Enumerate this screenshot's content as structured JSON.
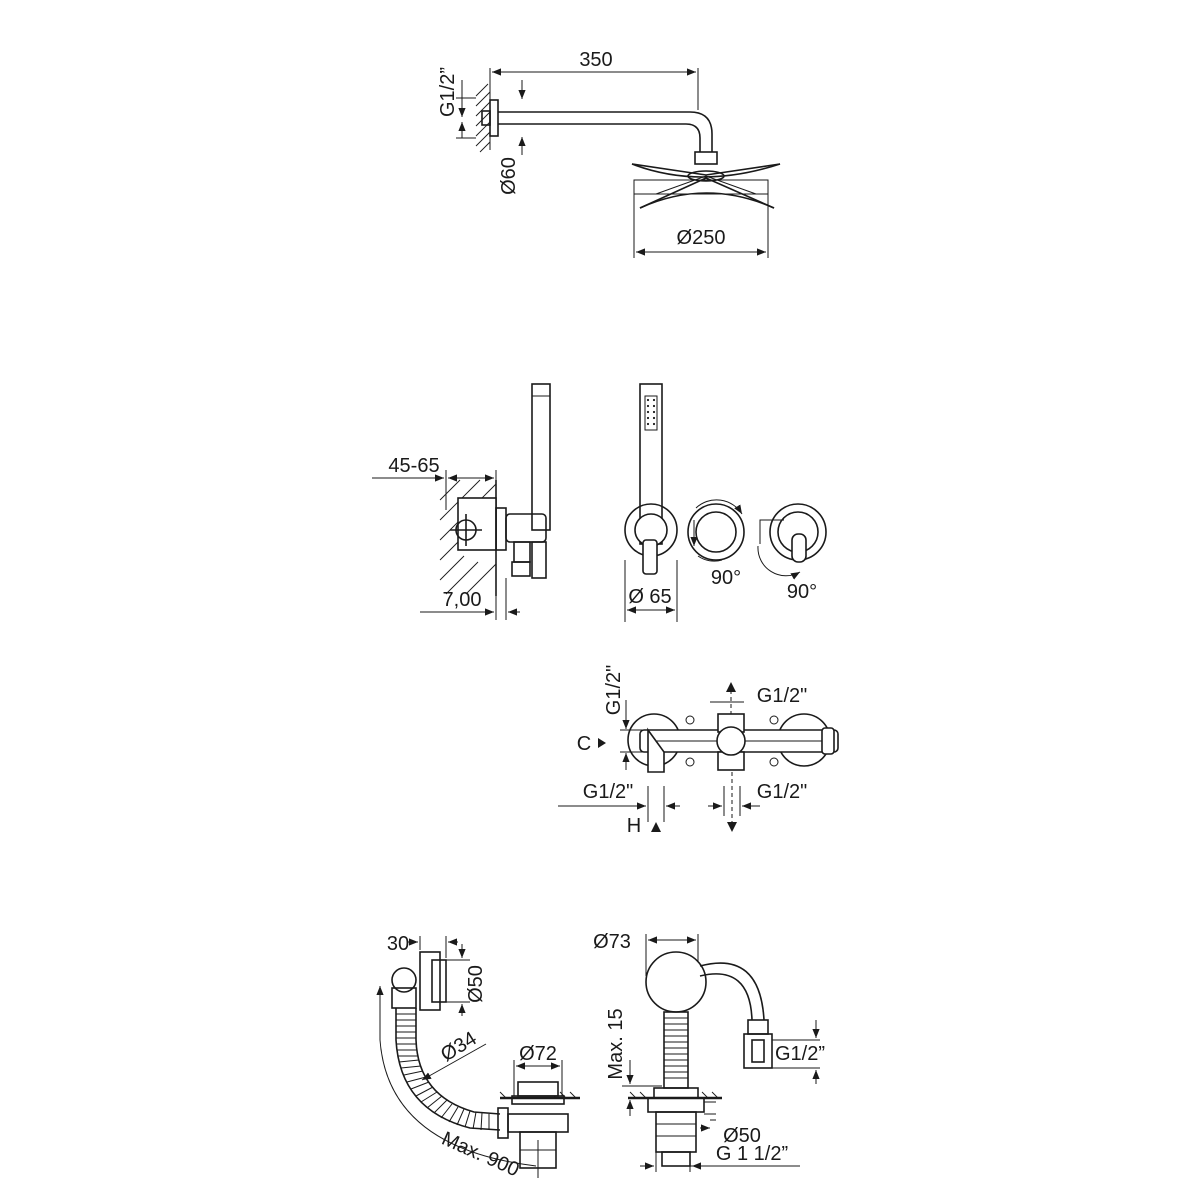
{
  "shower_arm": {
    "thread": "G1/2”",
    "length": "350",
    "flange_diameter": "Ø60",
    "head_diameter": "Ø250"
  },
  "hand_shower": {
    "depth_range": "45-65",
    "offset": "7,00",
    "plate_diameter": "Ø 65",
    "rotation_left": "90°",
    "rotation_right": "90°"
  },
  "bath_mixer": {
    "thread_top_left": "G1/2\"",
    "thread_top_right": "G1/2\"",
    "cold_label": "C",
    "hot_label": "H",
    "thread_bottom_left": "G1/2\"",
    "thread_bottom_right": "G1/2\""
  },
  "bath_waste": {
    "plate_depth": "30",
    "plate_diameter": "Ø50",
    "pipe_diameter": "Ø34",
    "drain_diameter": "Ø72",
    "max_length": "Max. 900"
  },
  "filler": {
    "head_diameter": "Ø73",
    "max_height": "Max. 15",
    "inlet_thread": "G1/2”",
    "base_diameter": "Ø50",
    "outlet_thread": "G 1 1/2”"
  }
}
